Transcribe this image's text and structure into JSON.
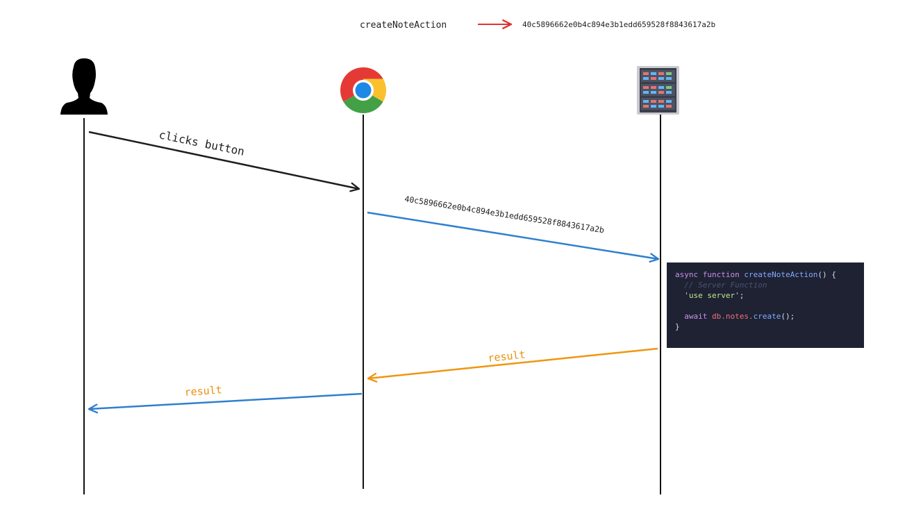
{
  "legend": {
    "action_name": "createNoteAction",
    "action_id": "40c5896662e0b4c894e3b1edd659528f8843617a2b"
  },
  "actors": [
    {
      "name": "user",
      "icon": "user-silhouette-icon"
    },
    {
      "name": "browser",
      "icon": "chrome-browser-icon"
    },
    {
      "name": "server",
      "icon": "server-rack-icon"
    }
  ],
  "messages": {
    "click": "clicks button",
    "action_id": "40c5896662e0b4c894e3b1edd659528f8843617a2b",
    "server_result": "result",
    "client_result": "result"
  },
  "code": {
    "kw_async": "async",
    "kw_function": "function",
    "fn_name": "createNoteAction",
    "sig_tail": "() {",
    "comment": "// Server Function",
    "directive": "'use server'",
    "directive_tail": ";",
    "kw_await": "await",
    "db_expr": "db.notes.",
    "create_call": "create",
    "call_tail": "();",
    "closing": "}"
  },
  "colors": {
    "lifeline": "#111111",
    "click_arrow": "#1e1e1e",
    "request_arrow": "#2f7fcf",
    "legend_arrow": "#e03131",
    "result_arrow": "#f0950f",
    "result_text": "#e8900c",
    "code_bg": "#1e2233"
  }
}
